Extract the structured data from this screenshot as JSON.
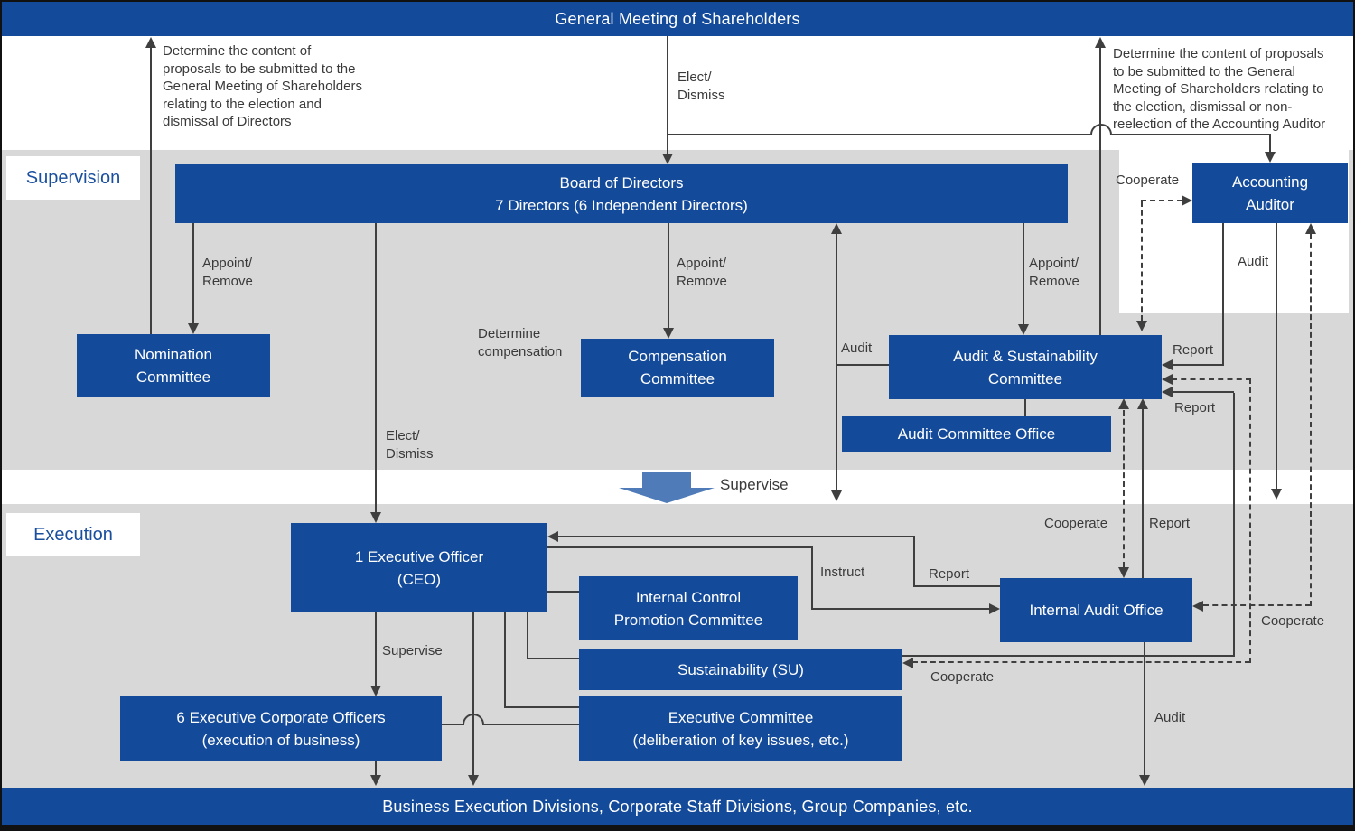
{
  "top_bar": {
    "title": "General Meeting of Shareholders"
  },
  "bottom_bar": {
    "title": "Business Execution Divisions, Corporate Staff Divisions, Group Companies, etc."
  },
  "section_labels": {
    "supervision": "Supervision",
    "execution": "Execution"
  },
  "boxes": {
    "board_of_directors": "Board of Directors\n7 Directors (6 Independent Directors)",
    "accounting_auditor": "Accounting\nAuditor",
    "nomination_committee": "Nomination\nCommittee",
    "compensation_committee": "Compensation\nCommittee",
    "audit_sustainability_committee": "Audit & Sustainability\nCommittee",
    "audit_committee_office": "Audit Committee Office",
    "executive_officer_ceo": "1 Executive Officer\n(CEO)",
    "internal_control_promotion_committee": "Internal Control\nPromotion Committee",
    "sustainability_su": "Sustainability (SU)",
    "executive_committee": "Executive Committee\n(deliberation of key issues, etc.)",
    "executive_corporate_officers": "6 Executive Corporate Officers\n(execution of business)",
    "internal_audit_office": "Internal Audit Office"
  },
  "annotations": {
    "proposals_directors": "Determine the content of\nproposals to be submitted to the\nGeneral Meeting of Shareholders\nrelating to the election and\ndismissal of Directors",
    "proposals_accounting_auditor": "Determine the content of proposals\nto be submitted to the General\nMeeting of Shareholders relating to\nthe election, dismissal or non-\nreelection of the Accounting Auditor",
    "elect_dismiss_top": "Elect/\nDismiss",
    "appoint_remove_nomination": "Appoint/\nRemove",
    "appoint_remove_compensation": "Appoint/\nRemove",
    "appoint_remove_audit": "Appoint/\nRemove",
    "determine_compensation": "Determine\ncompensation",
    "elect_dismiss_ceo": "Elect/\nDismiss",
    "cooperate_accounting_auditor": "Cooperate",
    "audit_accounting_auditor": "Audit",
    "report_accounting_auditor": "Report",
    "report_sustainability": "Report",
    "audit_committee_left": "Audit",
    "supervise_band": "Supervise",
    "cooperate_internal_audit_committee": "Cooperate",
    "report_internal_audit_committee": "Report",
    "instruct": "Instruct",
    "report_to_ceo": "Report",
    "cooperate_accounting_internal_audit": "Cooperate",
    "cooperate_sustainability": "Cooperate",
    "supervise_ceo": "Supervise",
    "audit_internal_audit": "Audit"
  },
  "colors": {
    "primary_blue": "#144a9a",
    "band_gray": "#d8d8d8",
    "line_gray": "#3f3f3f",
    "label_blue": "#1a4f9e",
    "supervise_arrow_blue": "#4f7cb8"
  }
}
